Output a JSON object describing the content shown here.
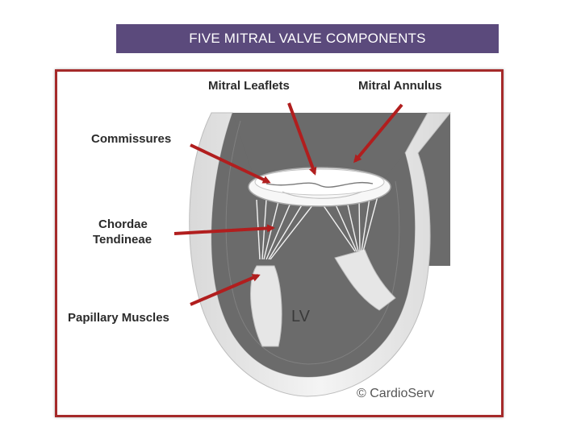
{
  "title": "FIVE MITRAL VALVE COMPONENTS",
  "labels": {
    "mitral_leaflets": "Mitral Leaflets",
    "mitral_annulus": "Mitral Annulus",
    "commissures": "Commissures",
    "chordae_line1": "Chordae",
    "chordae_line2": "Tendineae",
    "papillary_muscles": "Papillary Muscles",
    "lv": "LV"
  },
  "copyright": "© CardioServ",
  "colors": {
    "title_bar": "#5b4a7c",
    "frame_border": "#a52a2a",
    "arrow": "#b11e1e",
    "heart_wall": "#e9e9e9",
    "cavity": "#6b6b6b"
  }
}
